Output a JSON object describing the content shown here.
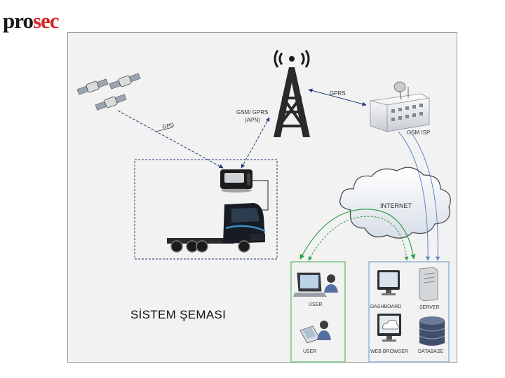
{
  "brand": {
    "prefix": "pro",
    "suffix": "sec",
    "prefix_color": "#1a1a1a",
    "suffix_color": "#d7242a"
  },
  "diagram": {
    "title": "SİSTEM ŞEMASI",
    "labels": {
      "gps": "GPS",
      "gsm_gprs_line1": "GSM/ GPRS",
      "gsm_gprs_line2": "(APN)",
      "gprs": "GPRS",
      "gsm_isp": "GSM ISP",
      "internet": "INTERNET",
      "user": "USER",
      "user2": "USER",
      "dashboard": "DASHBOARD",
      "server": "SERVER",
      "web_browser": "WEB BROWSER",
      "database": "DATABASE"
    },
    "icons": [
      "satellite-icon",
      "antenna-tower-icon",
      "building-icon",
      "tracker-device-icon",
      "truck-icon",
      "cloud-icon",
      "laptop-icon",
      "user-icon",
      "pda-icon",
      "monitor-icon",
      "server-icon",
      "browser-icon",
      "database-icon"
    ],
    "colors": {
      "link_dark": "#1f3a78",
      "link_green": "#2ea04a",
      "link_blue": "#5b86c4",
      "client_box": "#59b96a",
      "server_box": "#7fa3d3"
    }
  }
}
